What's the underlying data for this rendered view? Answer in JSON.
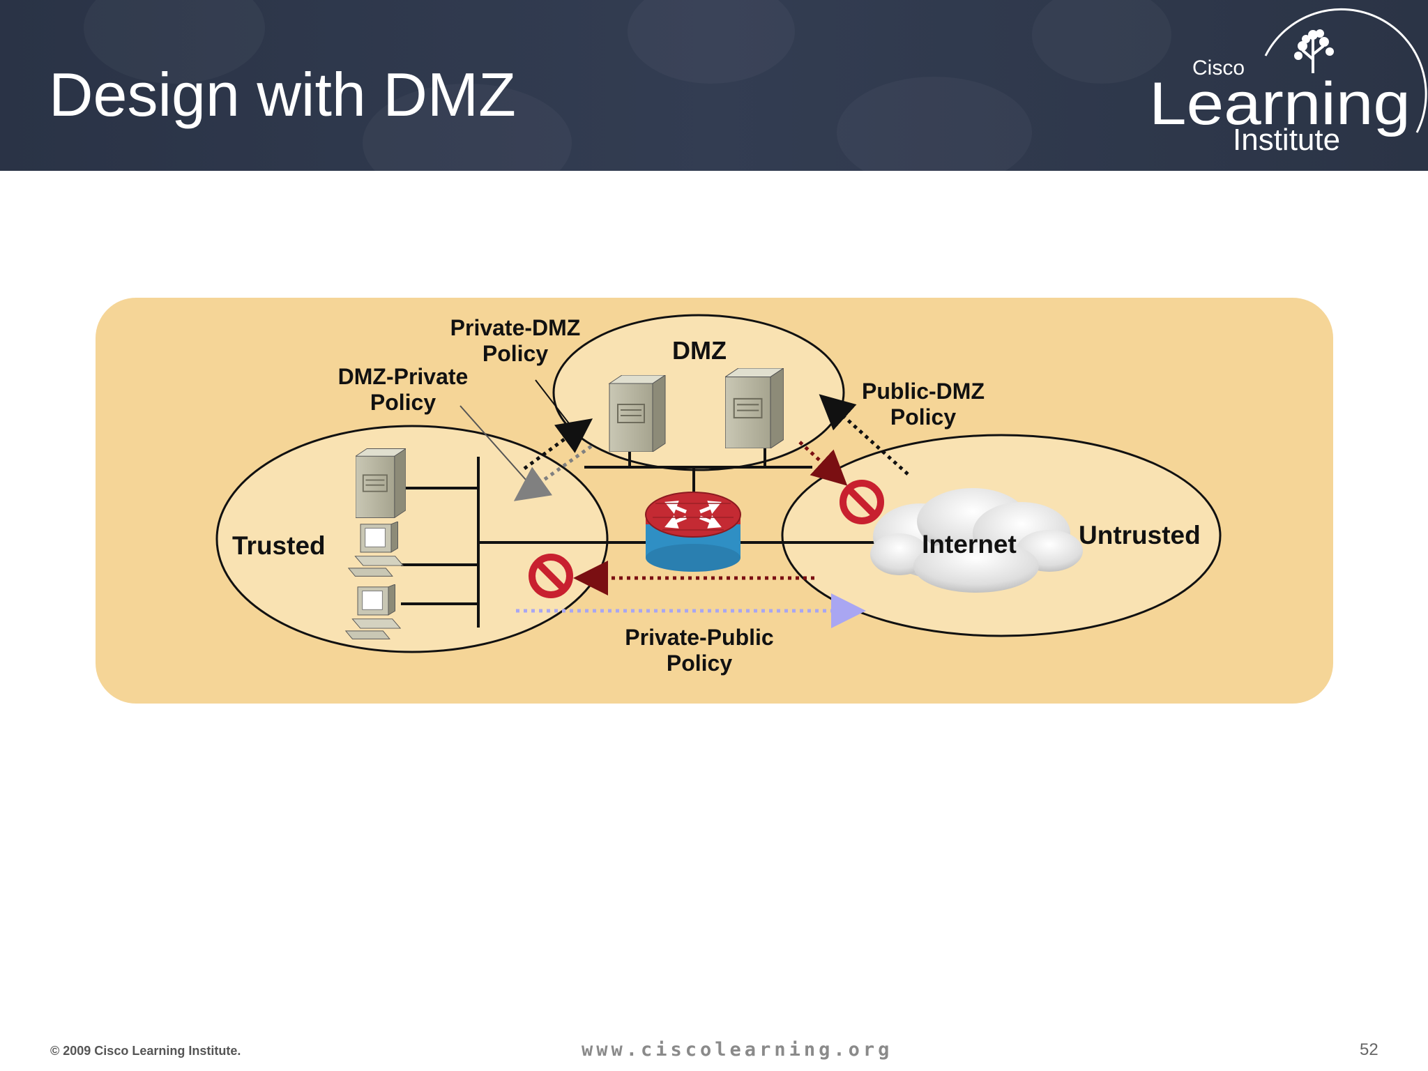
{
  "slide": {
    "title": "Design with DMZ",
    "page_number": "52"
  },
  "logo": {
    "line1": "Cisco",
    "line2": "Learning",
    "line3": "Institute"
  },
  "zones": {
    "trusted": "Trusted",
    "dmz": "DMZ",
    "untrusted": "Untrusted",
    "internet": "Internet"
  },
  "policies": {
    "private_dmz": [
      "Private-DMZ",
      "Policy"
    ],
    "dmz_private": [
      "DMZ-Private",
      "Policy"
    ],
    "public_dmz": [
      "Public-DMZ",
      "Policy"
    ],
    "private_public": [
      "Private-Public",
      "Policy"
    ]
  },
  "footer": {
    "copyright": "© 2009 Cisco Learning Institute.",
    "url": "www.ciscolearning.org"
  },
  "colors": {
    "header_bg": "#2f384b",
    "panel_bg": "#f5d597",
    "zone_fill": "#f9e2b2",
    "blocked_red": "#c8202f",
    "arrow_darkred": "#7a0f12",
    "arrow_lavender": "#a9a6f2",
    "arrow_gray": "#808080",
    "router_red": "#c42a33",
    "router_blue": "#2f8fc4"
  }
}
